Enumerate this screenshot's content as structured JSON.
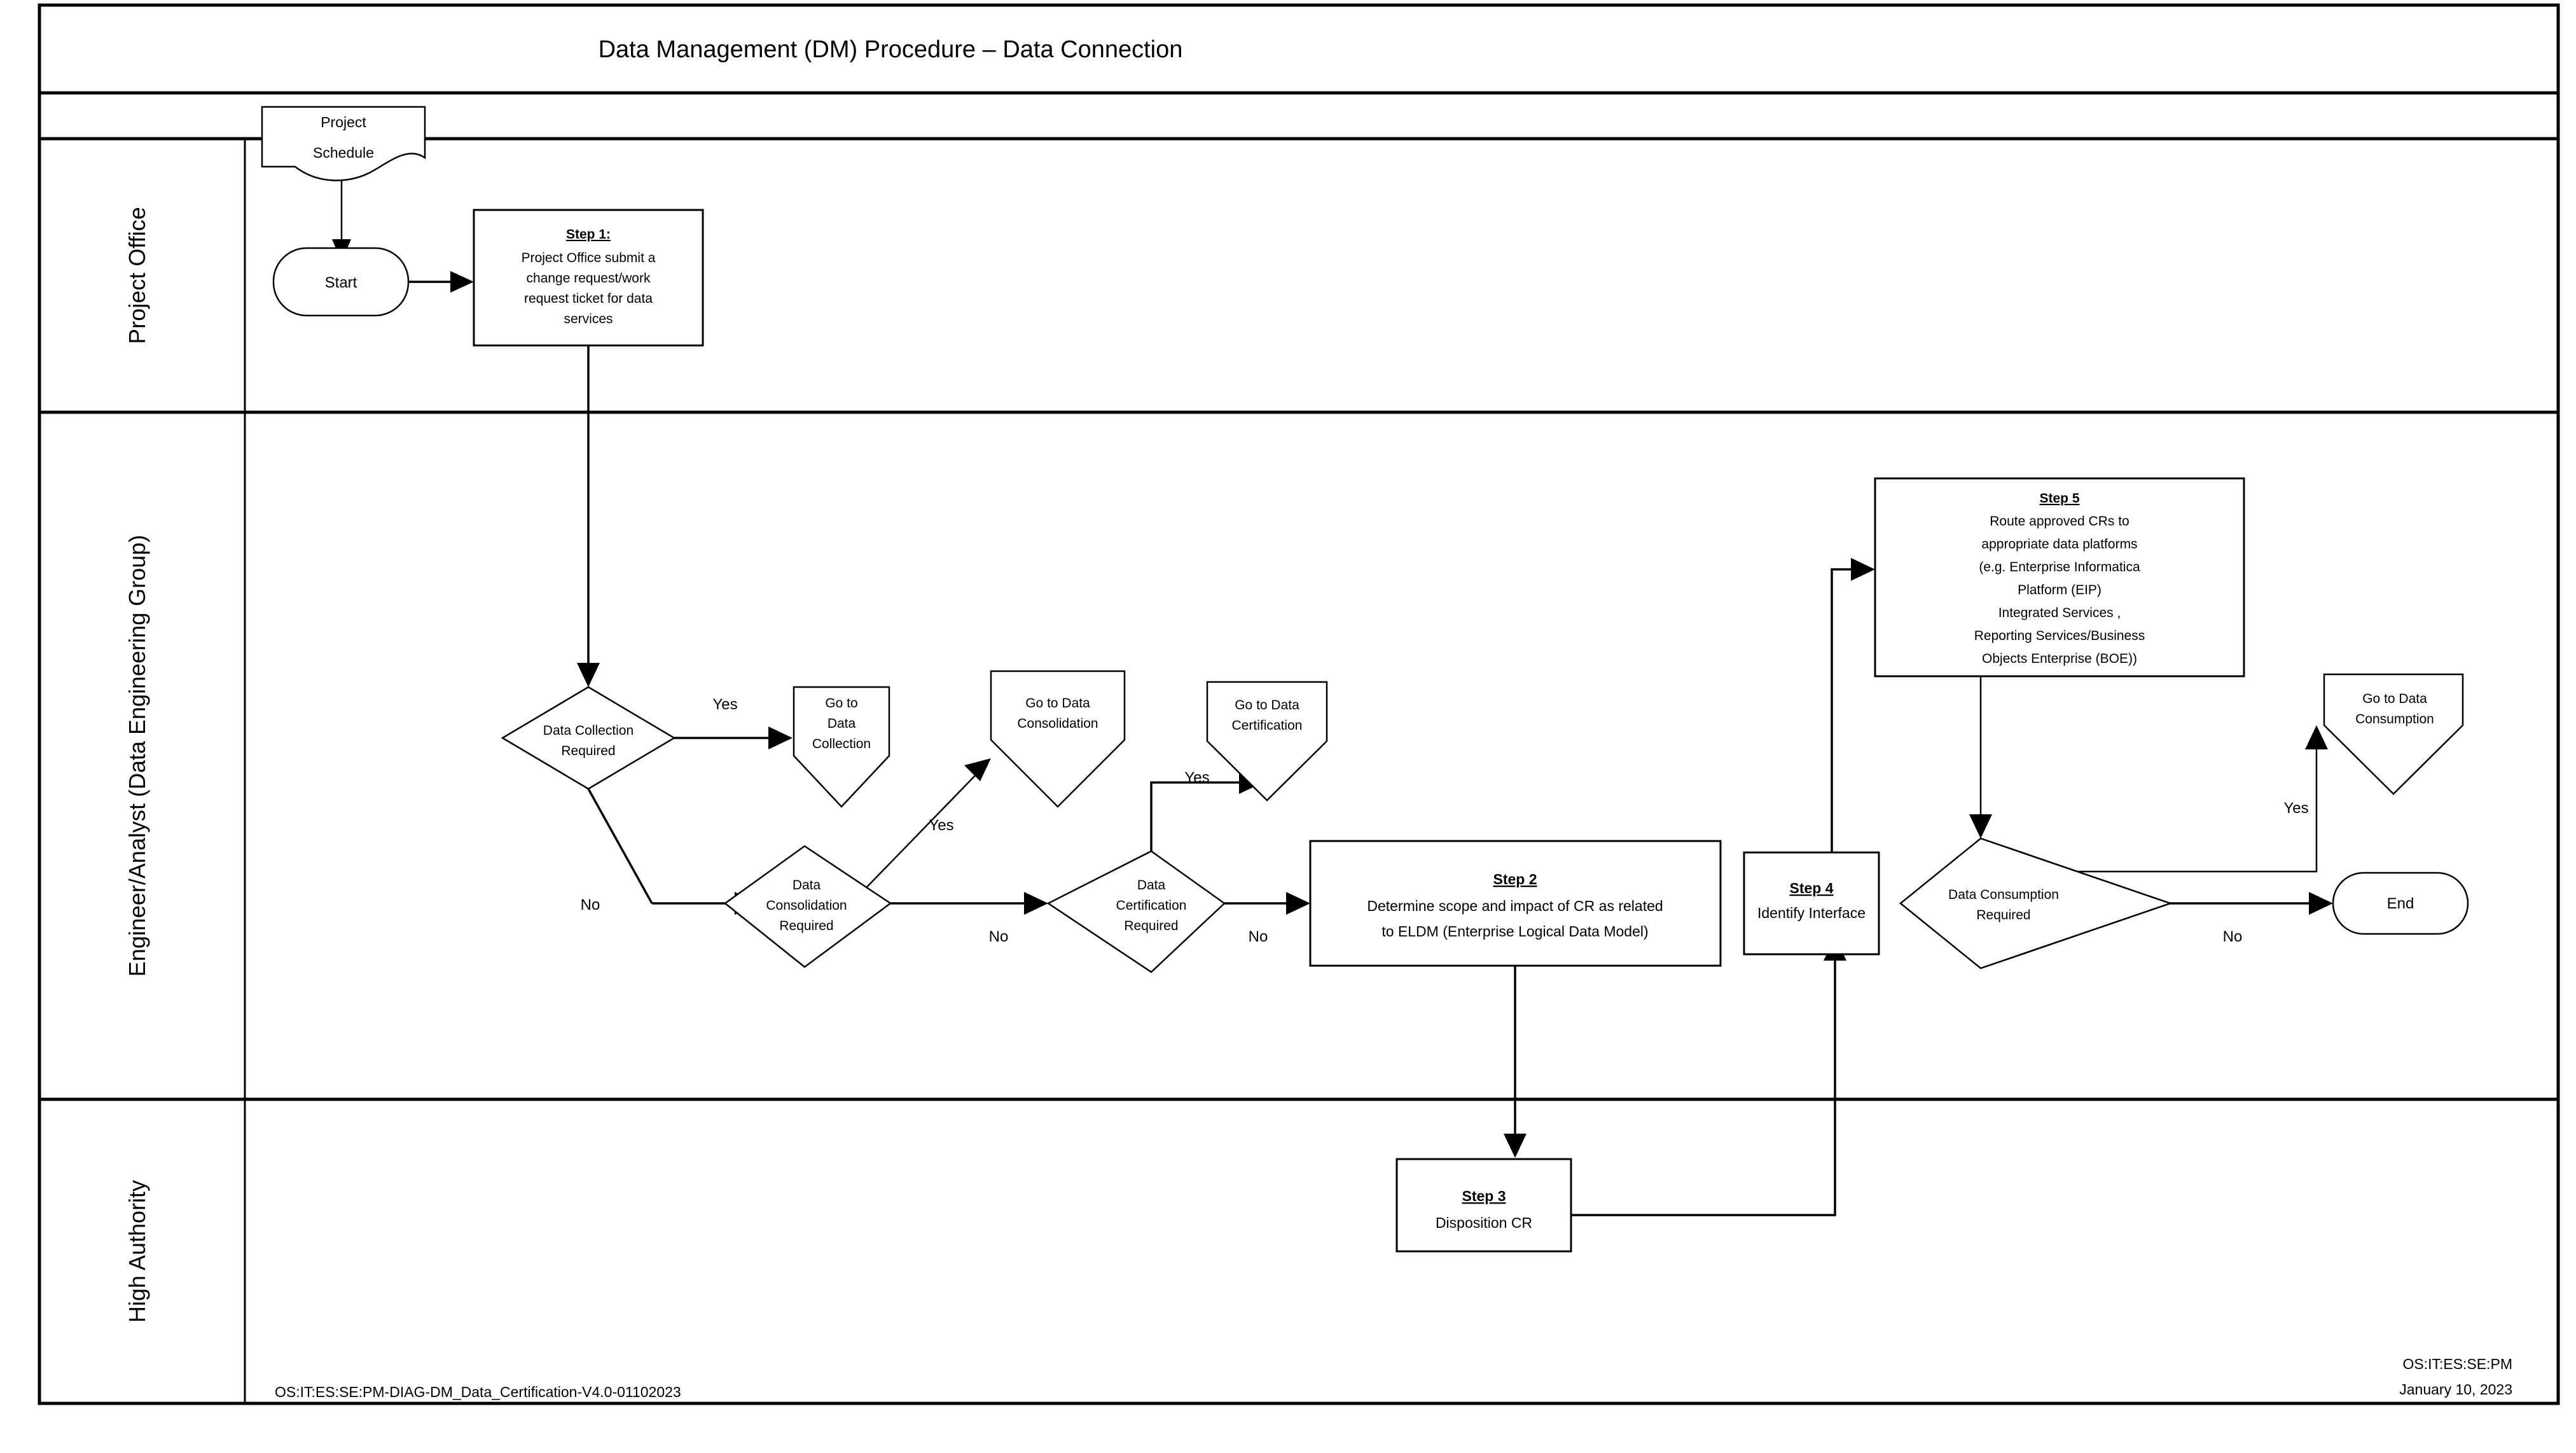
{
  "page": {
    "title": "Data Management (DM) Procedure – Data Connection",
    "footer_left": "OS:IT:ES:SE:PM-DIAG-DM_Data_Certification-V4.0-01102023",
    "footer_right_line1": "OS:IT:ES:SE:PM",
    "footer_right_line2": "January 10, 2023"
  },
  "lanes": [
    {
      "id": "project-office",
      "label": "Project Office"
    },
    {
      "id": "engineer-analyst",
      "label": "Engineer/Analyst (Data Engineering Group)"
    },
    {
      "id": "high-authority",
      "label": "High Authority"
    }
  ],
  "nodes": {
    "project_schedule": {
      "type": "document",
      "lines": [
        "Project",
        "Schedule"
      ]
    },
    "start": {
      "type": "terminator",
      "label": "Start"
    },
    "step1": {
      "type": "process",
      "step": "Step 1:",
      "lines": [
        "Project Office submit a",
        "change request/work",
        "request ticket for data",
        "services"
      ]
    },
    "data_collection_required": {
      "type": "decision",
      "lines": [
        "Data Collection",
        "Required"
      ]
    },
    "goto_data_collection": {
      "type": "offpage",
      "lines": [
        "Go to",
        "Data",
        "Collection"
      ]
    },
    "data_consolidation_required": {
      "type": "decision",
      "lines": [
        "Data",
        "Consolidation",
        "Required"
      ]
    },
    "goto_data_consolidation": {
      "type": "offpage",
      "lines": [
        "Go to Data",
        "Consolidation"
      ]
    },
    "data_certification_required": {
      "type": "decision",
      "lines": [
        "Data",
        "Certification",
        "Required"
      ]
    },
    "goto_data_certification": {
      "type": "offpage",
      "lines": [
        "Go to Data",
        "Certification"
      ]
    },
    "step2": {
      "type": "process",
      "step": "Step 2",
      "lines": [
        "Determine scope and impact of CR as related",
        "to ELDM (Enterprise Logical Data Model)"
      ]
    },
    "step3": {
      "type": "process",
      "step": "Step 3",
      "lines": [
        "Disposition CR"
      ]
    },
    "step4": {
      "type": "process",
      "step": "Step 4",
      "lines": [
        "Identify Interface"
      ]
    },
    "step5": {
      "type": "process",
      "step": "Step 5",
      "lines": [
        "Route approved CRs to",
        "appropriate data platforms",
        "(e.g. Enterprise Informatica",
        "Platform (EIP)",
        "Integrated Services ,",
        "Reporting Services/Business",
        "Objects Enterprise (BOE))"
      ]
    },
    "data_consumption_required": {
      "type": "decision",
      "lines": [
        "Data Consumption",
        "Required"
      ]
    },
    "goto_data_consumption": {
      "type": "offpage",
      "lines": [
        "Go to Data",
        "Consumption"
      ]
    },
    "end": {
      "type": "terminator",
      "label": "End"
    }
  },
  "edge_labels": {
    "collection_yes": "Yes",
    "collection_no": "No",
    "consolidation_yes": "Yes",
    "consolidation_no": "No",
    "certification_yes": "Yes",
    "certification_no": "No",
    "consumption_yes": "Yes",
    "consumption_no": "No"
  },
  "colors": {
    "stroke": "#000000",
    "fill": "#ffffff",
    "background": "#ffffff"
  }
}
